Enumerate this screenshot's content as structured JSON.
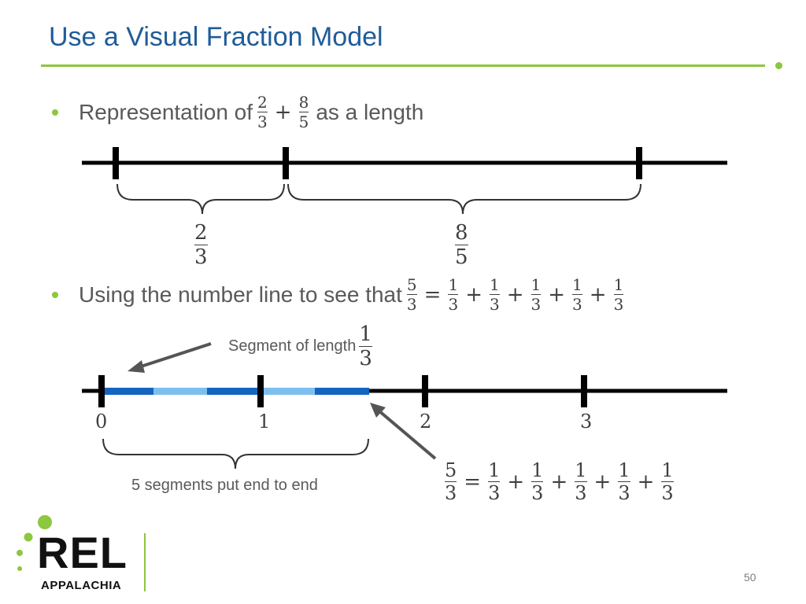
{
  "slide": {
    "title": "Use a Visual Fraction Model",
    "page_number": "50"
  },
  "bullet1": {
    "prefix": "Representation of",
    "frac_a": {
      "num": "2",
      "den": "3"
    },
    "operator": "+",
    "frac_b": {
      "num": "8",
      "den": "5"
    },
    "suffix": "as a length",
    "label_a": {
      "num": "2",
      "den": "3"
    },
    "label_b": {
      "num": "8",
      "den": "5"
    }
  },
  "bullet2": {
    "prefix": "Using the number line to see that",
    "lhs": {
      "num": "5",
      "den": "3"
    },
    "equals": "=",
    "plus": "+",
    "term": {
      "num": "1",
      "den": "3"
    }
  },
  "diagram2": {
    "segment_caption": "Segment of length",
    "segment_frac": {
      "num": "1",
      "den": "3"
    },
    "ticks": [
      "0",
      "1",
      "2",
      "3"
    ],
    "brace_caption": "5 segments put end to end",
    "equation": {
      "lhs": {
        "num": "5",
        "den": "3"
      },
      "equals": "=",
      "plus": "+",
      "term": {
        "num": "1",
        "den": "3"
      }
    }
  },
  "logo": {
    "name": "REL",
    "subtitle": "APPALACHIA"
  },
  "colors": {
    "title": "#1f5c99",
    "accent_green": "#8dc63f",
    "segment_dark": "#1565c0",
    "segment_light": "#7fbfef",
    "line": "#000000"
  }
}
